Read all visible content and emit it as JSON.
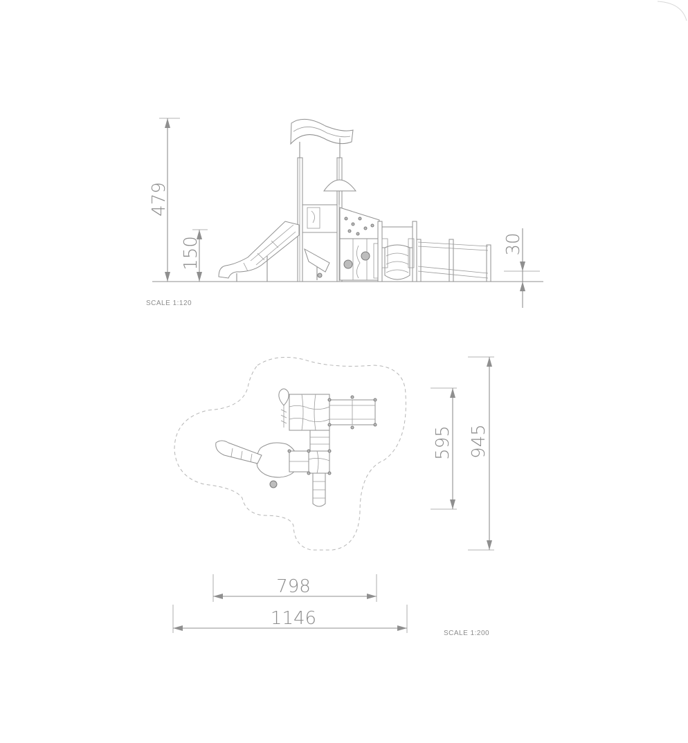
{
  "elevation": {
    "scale_label": "SCALE 1:120",
    "dim_total_height": "479",
    "dim_platform_height": "150",
    "dim_ground_depth": "30"
  },
  "plan": {
    "scale_label": "SCALE 1:200",
    "dim_structure_depth": "595",
    "dim_area_depth": "945",
    "dim_structure_width": "798",
    "dim_area_width": "1146"
  }
}
